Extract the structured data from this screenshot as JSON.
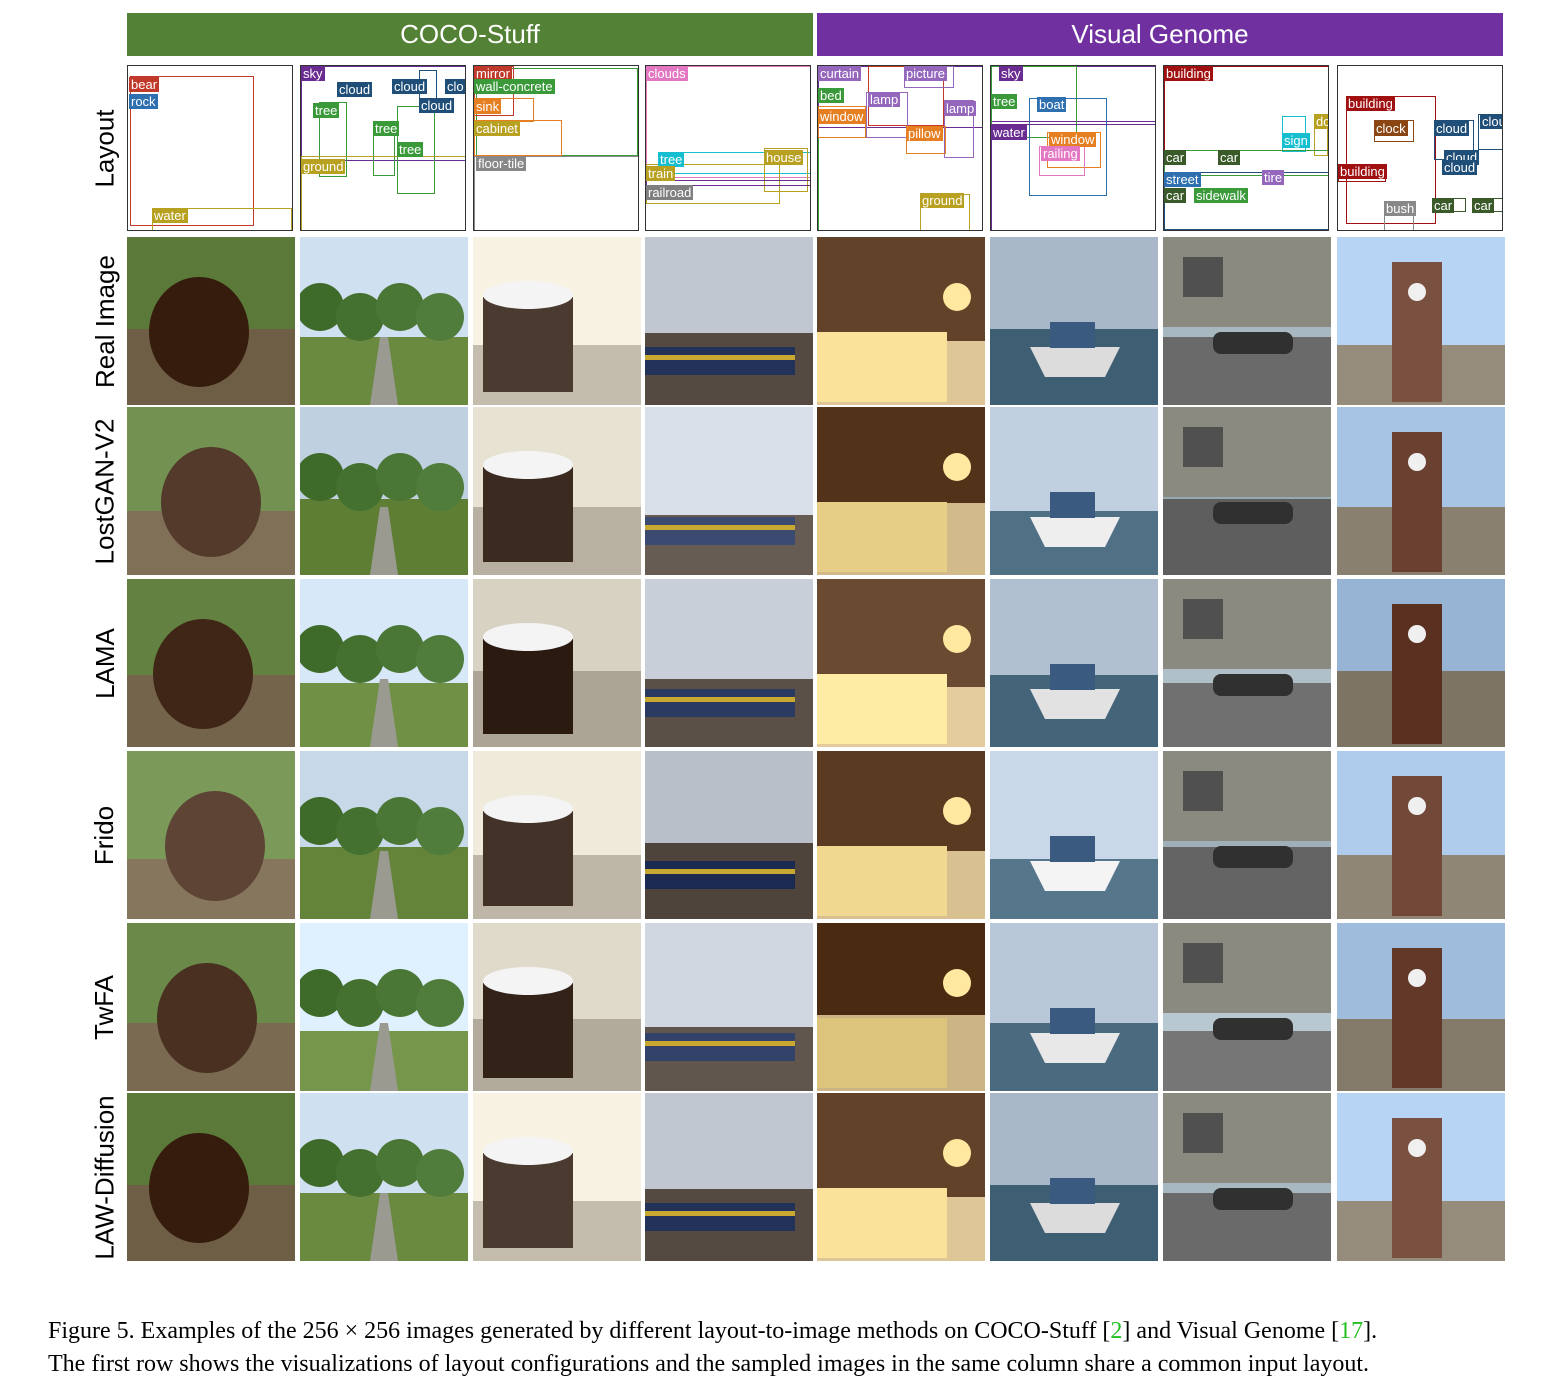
{
  "banners": [
    {
      "label": "COCO-Stuff",
      "color": "#538135"
    },
    {
      "label": "Visual Genome",
      "color": "#7030a0"
    }
  ],
  "rows": [
    "Layout",
    "Real Image",
    "LostGAN-V2",
    "LAMA",
    "Frido",
    "TwFA",
    "LAW-Diffusion"
  ],
  "layout_labels": [
    [
      "bear",
      "rock",
      "water"
    ],
    [
      "sky",
      "cloud",
      "cloud",
      "clo",
      "cloud",
      "tree",
      "tree",
      "tree",
      "ground"
    ],
    [
      "mirror",
      "wall-concrete",
      "sink",
      "cabinet",
      "floor-tile"
    ],
    [
      "clouds",
      "tree",
      "house",
      "train",
      "railroad"
    ],
    [
      "curtain",
      "picture",
      "bed",
      "lamp",
      "window",
      "lamp",
      "pillow",
      "ground"
    ],
    [
      "sky",
      "tree",
      "boat",
      "water",
      "window",
      "railing"
    ],
    [
      "building",
      "door",
      "sign",
      "car",
      "car",
      "street",
      "tire",
      "car",
      "sidewalk"
    ],
    [
      "building",
      "clock",
      "cloud",
      "clou",
      "cloud",
      "cloud",
      "building",
      "bush",
      "car",
      "car"
    ]
  ],
  "caption": {
    "prefix": "Figure 5. Examples of the 256 × 256 images generated by different layout-to-image methods on COCO-Stuff [",
    "ref1": "2",
    "middle": "] and Visual Genome [",
    "ref2": "17",
    "suffix": "].",
    "line2": "The first row shows the visualizations of layout configurations and the sampled images in the same column share a common input layout."
  }
}
